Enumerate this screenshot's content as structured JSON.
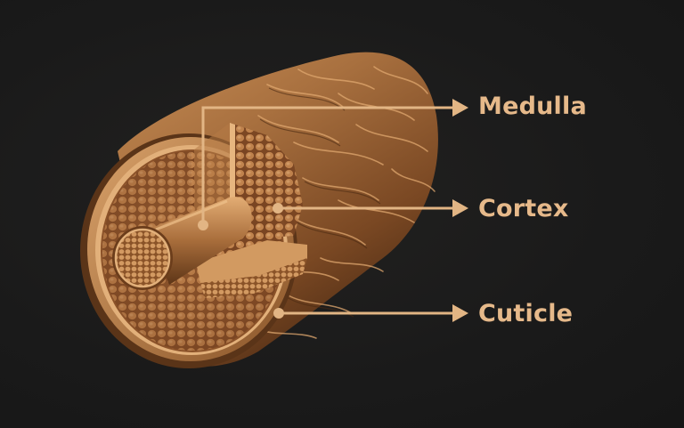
{
  "colors": {
    "background": "#1b1b1b",
    "label": "#e6b98a",
    "leader_line": "#e2b584",
    "hair_base": "#a8703f",
    "hair_highlight": "#d9a26a",
    "hair_shadow": "#5a3418"
  },
  "labels": {
    "medulla": "Medulla",
    "cortex": "Cortex",
    "cuticle": "Cuticle"
  }
}
